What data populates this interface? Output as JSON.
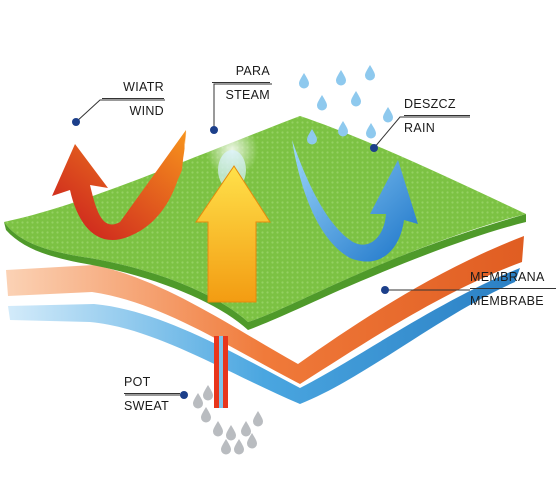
{
  "labels": {
    "wind": {
      "pl": "WIATR",
      "en": "WIND"
    },
    "steam": {
      "pl": "PARA",
      "en": "STEAM"
    },
    "rain": {
      "pl": "DESZCZ",
      "en": "RAIN"
    },
    "membrane": {
      "pl": "MEMBRANA",
      "en": "MEMBRABE"
    },
    "sweat": {
      "pl": "POT",
      "en": "SWEAT"
    }
  },
  "colors": {
    "outer_layer": "#7cc243",
    "outer_layer_dark": "#4f9a2a",
    "membrane_layer": "#f07a3a",
    "inner_layer": "#4aa6e0",
    "wind_arrow": "#e8361c",
    "steam_arrow": "#f6b21a",
    "rain_arrow": "#1f8fd6",
    "water_drop": "#8ec9ee",
    "leader_dot": "#1c3f8a"
  }
}
